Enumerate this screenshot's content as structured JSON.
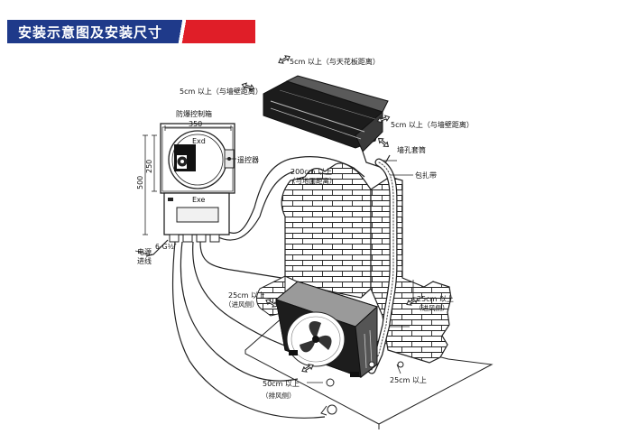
{
  "header": {
    "title": "安装示意图及安装尺寸"
  },
  "labels": {
    "ceiling": "5cm 以上（与天花板距离）",
    "wall_left": "5cm 以上（与墙壁距离）",
    "wall_right": "5cm 以上（与墙壁距离）",
    "box_name": "防爆控制箱",
    "width": "350",
    "height_small": "250",
    "height_total": "500",
    "exd": "Exd",
    "exe": "Exe",
    "remote": "遥控器",
    "wall_sleeve": "墙孔套筒",
    "wrap_tape": "包扎带",
    "ground_1": "200cm 以上",
    "ground_2": "（与地面距离）",
    "power_1": "电源",
    "power_2": "进线",
    "thread": "6-G½″",
    "inlet_left_1": "25cm 以上",
    "inlet_left_2": "（进风侧）",
    "inlet_right_1": "25cm 以上",
    "inlet_right_2": "（进风侧）",
    "outlet_1": "50cm 以上",
    "outlet_2": "（排风侧）",
    "pipe_clear": "25cm 以上"
  }
}
